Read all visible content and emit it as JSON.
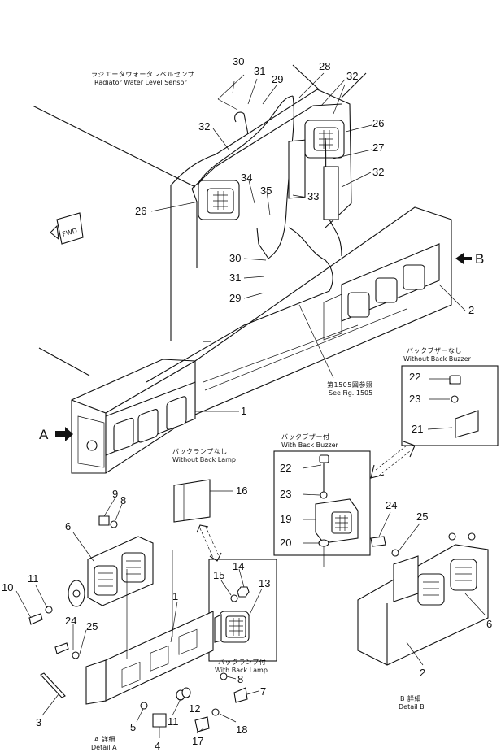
{
  "captions": {
    "radiator_jp": "ラジエータウォータレベルセンサ",
    "radiator_en": "Radiator Water Level Sensor",
    "see_fig_jp": "第1505図参照",
    "see_fig_en": "See Fig. 1505",
    "no_back_buzzer_jp": "バックブザーなし",
    "no_back_buzzer_en": "Without Back Buzzer",
    "with_back_buzzer_jp": "バックブザー付",
    "with_back_buzzer_en": "With Back Buzzer",
    "no_back_lamp_jp": "バックランプなし",
    "no_back_lamp_en": "Without Back Lamp",
    "with_back_lamp_jp": "バックランプ付",
    "with_back_lamp_en": "With Back Lamp",
    "detail_a_jp": "A 詳細",
    "detail_a_en": "Detail A",
    "detail_b_jp": "B 詳細",
    "detail_b_en": "Detail B",
    "fwd": "FWD",
    "view_a": "A",
    "view_b": "B"
  },
  "callouts": {
    "c1a": "1",
    "c1b": "1",
    "c2a": "2",
    "c2b": "2",
    "c3": "3",
    "c4": "4",
    "c5": "5",
    "c6a": "6",
    "c6b": "6",
    "c7": "7",
    "c8a": "8",
    "c8b": "8",
    "c9": "9",
    "c10": "10",
    "c11a": "11",
    "c11b": "11",
    "c12": "12",
    "c13": "13",
    "c14": "14",
    "c15": "15",
    "c16": "16",
    "c17": "17",
    "c18": "18",
    "c19": "19",
    "c20": "20",
    "c21": "21",
    "c22a": "22",
    "c22b": "22",
    "c23a": "23",
    "c23b": "23",
    "c24a": "24",
    "c24b": "24",
    "c25a": "25",
    "c25b": "25",
    "c26a": "26",
    "c26b": "26",
    "c27": "27",
    "c28": "28",
    "c29a": "29",
    "c29b": "29",
    "c30a": "30",
    "c30b": "30",
    "c31a": "31",
    "c31b": "31",
    "c32a": "32",
    "c32b": "32",
    "c32c": "32",
    "c33": "33",
    "c34": "34",
    "c35": "35"
  }
}
